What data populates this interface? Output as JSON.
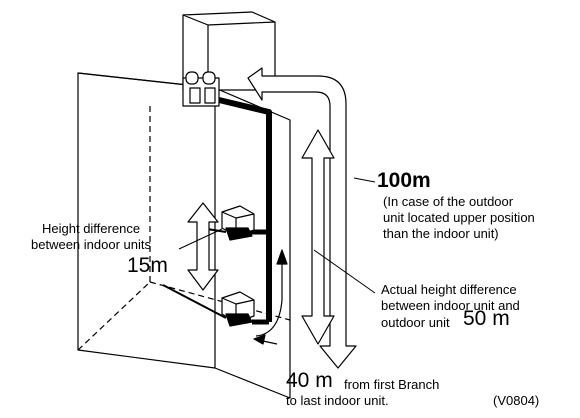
{
  "labels": {
    "total_length": "100m",
    "outdoor_upper_note": [
      "(In case of the outdoor",
      "unit located upper position",
      "than the indoor unit)"
    ],
    "height_diff_indoor": [
      "Height difference",
      "between indoor units"
    ],
    "height_diff_indoor_value": "15m",
    "actual_height": [
      "Actual height difference",
      "between indoor unit and"
    ],
    "actual_height_prefix": "outdoor unit",
    "actual_height_value": "50 m",
    "branch_value": "40 m",
    "branch_text_1": "from first Branch",
    "branch_text_2": "to last indoor unit.",
    "figure_code": "(V0804)"
  }
}
